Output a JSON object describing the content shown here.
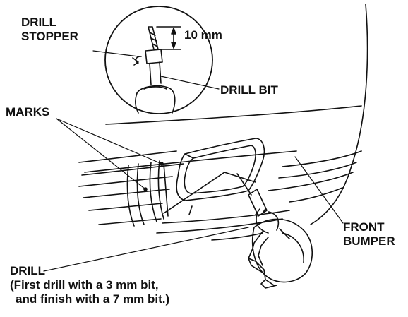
{
  "labels": {
    "drill_stopper": [
      "DRILL",
      "STOPPER"
    ],
    "dimension": "10 mm",
    "drill_bit": "DRILL BIT",
    "marks": "MARKS",
    "front_bumper": [
      "FRONT",
      "BUMPER"
    ],
    "drill": "DRILL",
    "drill_note": [
      "(First drill with a 3 mm bit,",
      "and finish with a 7 mm bit.)"
    ]
  },
  "colors": {
    "line": "#111111",
    "background": "#ffffff"
  }
}
